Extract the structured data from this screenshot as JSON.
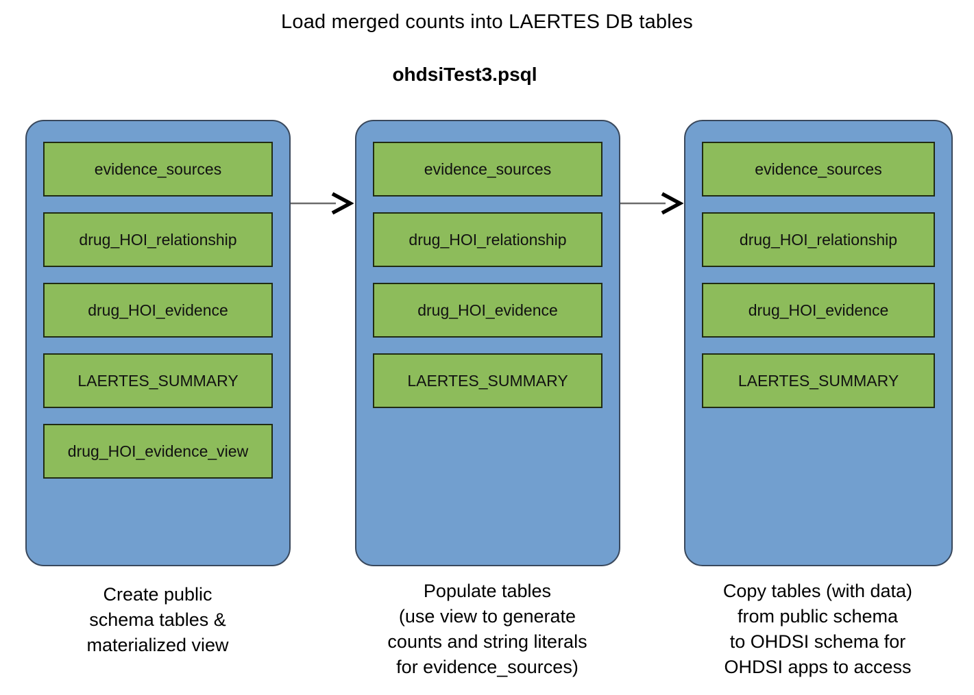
{
  "page": {
    "title": "Load merged counts into LAERTES DB tables",
    "subtitle": "ohdsiTest3.psql"
  },
  "diagram": {
    "columns": [
      {
        "caption": "Create public\nschema tables &\nmaterialized view",
        "boxes": [
          "evidence_sources",
          "drug_HOI_relationship",
          "drug_HOI_evidence",
          "LAERTES_SUMMARY",
          "drug_HOI_evidence_view"
        ]
      },
      {
        "caption": "Populate tables\n(use view to generate\ncounts and string literals\nfor evidence_sources)",
        "boxes": [
          "evidence_sources",
          "drug_HOI_relationship",
          "drug_HOI_evidence",
          "LAERTES_SUMMARY"
        ]
      },
      {
        "caption": "Copy tables (with data)\nfrom public schema\nto OHDSI schema for\nOHDSI apps to access",
        "boxes": [
          "evidence_sources",
          "drug_HOI_relationship",
          "drug_HOI_evidence",
          "LAERTES_SUMMARY"
        ]
      }
    ],
    "arrows": [
      {
        "type": "right-chevron-arrow"
      },
      {
        "type": "right-chevron-arrow"
      }
    ],
    "colors": {
      "panel_fill": "#729FCF",
      "panel_border": "#39485C",
      "box_fill": "#8DBC5B",
      "box_border": "#202B13",
      "arrow_shaft": "#6B6B6B",
      "arrow_head": "#000000",
      "text": "#000000"
    }
  }
}
